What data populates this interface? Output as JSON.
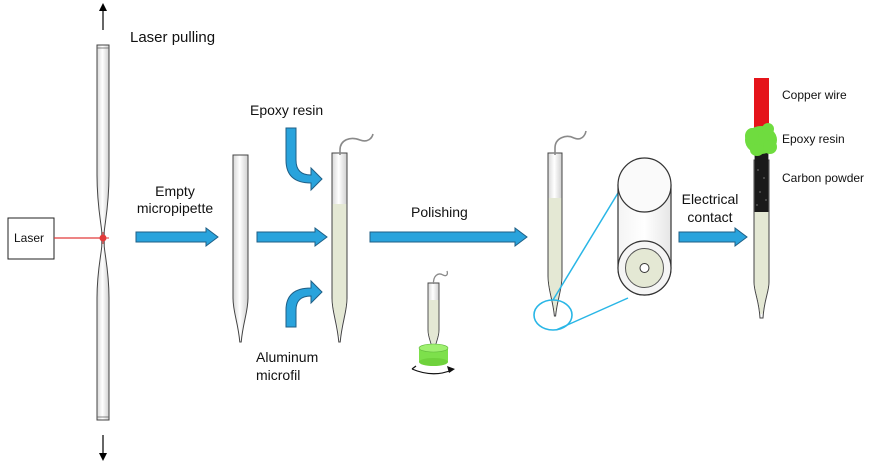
{
  "labels": {
    "laser_pulling": "Laser pulling",
    "laser": "Laser",
    "empty_line1": "Empty",
    "empty_line2": "micropipette",
    "epoxy_resin": "Epoxy resin",
    "aluminum_line1": "Aluminum",
    "aluminum_line2": "microfil",
    "polishing": "Polishing",
    "electrical_line1": "Electrical",
    "electrical_line2": "contact",
    "copper_wire": "Copper wire",
    "epoxy_resin_small": "Epoxy resin",
    "carbon_powder": "Carbon powder"
  },
  "colors": {
    "arrow_fill": "#29a3dc",
    "arrow_stroke": "#1f5f86",
    "laser_beam": "#e23a3a",
    "resin": "#e4e8d4",
    "polish_pad": "#7de04b",
    "epoxy_blob": "#6fdc3f",
    "copper_wire": "#e5141a",
    "carbon": "#1a1a1a",
    "zoom_circle": "#29b6e6"
  },
  "icons": [
    "process-arrow-icon",
    "curved-arrow-icon",
    "rotation-arrow-icon",
    "laser-beam-icon"
  ]
}
